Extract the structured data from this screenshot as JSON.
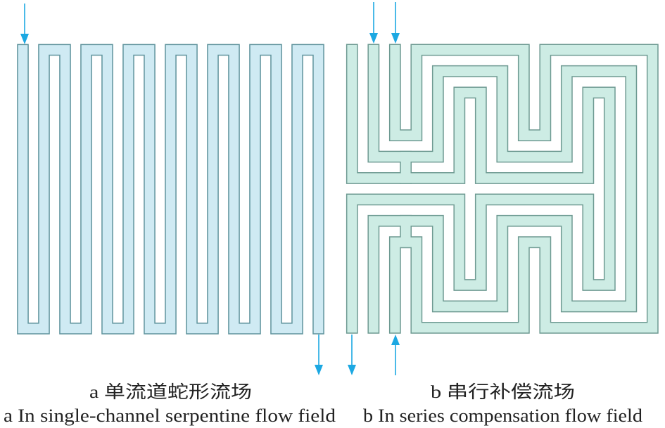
{
  "colors": {
    "serpentine_fill": "#cfeaf3",
    "serpentine_stroke": "#5f939c",
    "compensation_fill": "#cdece4",
    "compensation_stroke": "#6e9a92",
    "arrow": "#1ca8e2"
  },
  "panel_a": {
    "caption_cn": "a  单流道蛇形流场",
    "caption_en": "a  In single-channel serpentine flow field"
  },
  "panel_b": {
    "caption_cn": "b  串行补偿流场",
    "caption_en": "b In series compensation flow field"
  }
}
